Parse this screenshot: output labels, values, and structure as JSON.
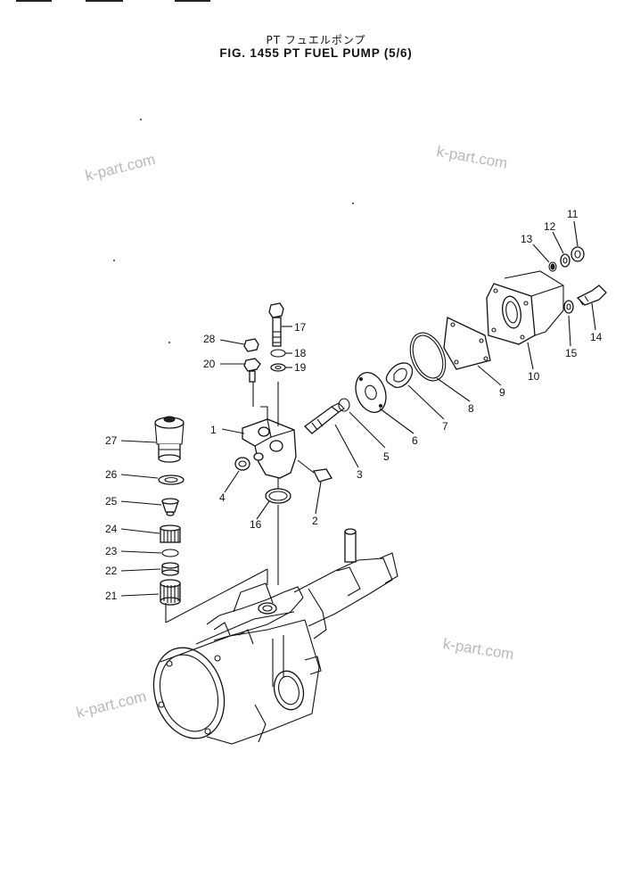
{
  "title_jp": "PT フュエルポンプ",
  "title_en": "FIG. 1455  PT FUEL PUMP (5/6)",
  "watermark": "k-part.com",
  "callouts": [
    "1",
    "2",
    "3",
    "4",
    "5",
    "6",
    "7",
    "8",
    "9",
    "10",
    "11",
    "12",
    "13",
    "14",
    "15",
    "16",
    "17",
    "18",
    "19",
    "20",
    "21",
    "22",
    "23",
    "24",
    "25",
    "26",
    "27",
    "28"
  ]
}
